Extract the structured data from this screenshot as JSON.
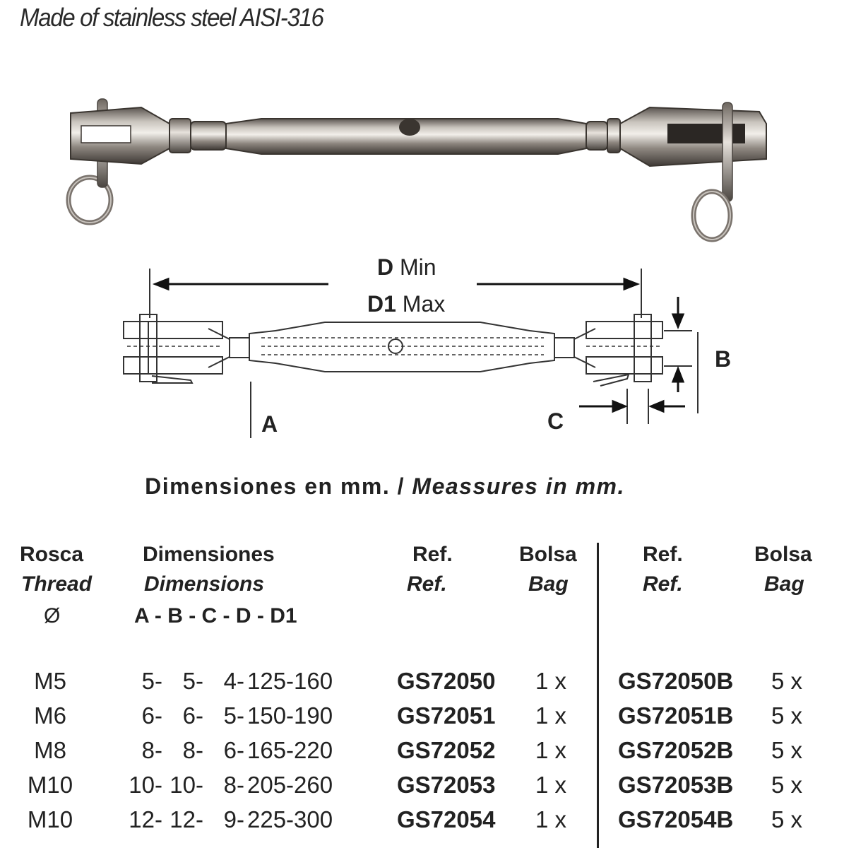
{
  "title": "Made of stainless steel AISI-316",
  "drawing": {
    "d_min": {
      "letter": "D",
      "text": "Min"
    },
    "d1_max": {
      "letter": "D1",
      "text": "Max"
    },
    "label_a": "A",
    "label_b": "B",
    "label_c": "C"
  },
  "measures": {
    "es": "Dimensiones en mm. /",
    "en": "Meassures in mm."
  },
  "headers": {
    "thread": {
      "es": "Rosca",
      "en": "Thread",
      "symbol": "Ø"
    },
    "dimensions": {
      "es": "Dimensiones",
      "en": "Dimensions",
      "letters": "A - B - C - D - D1"
    },
    "ref1": {
      "es": "Ref.",
      "en": "Ref."
    },
    "bag1": {
      "es": "Bolsa",
      "en": "Bag"
    },
    "ref2": {
      "es": "Ref.",
      "en": "Ref."
    },
    "bag2": {
      "es": "Bolsa",
      "en": "Bag"
    }
  },
  "rows": [
    {
      "thread": "M5",
      "dims": [
        "5-",
        "5-",
        "4-",
        "125-160"
      ],
      "ref": "GS72050",
      "bag": "1 x",
      "ref_b": "GS72050B",
      "bag_b": "5 x"
    },
    {
      "thread": "M6",
      "dims": [
        "6-",
        "6-",
        "5-",
        "150-190"
      ],
      "ref": "GS72051",
      "bag": "1 x",
      "ref_b": "GS72051B",
      "bag_b": "5 x"
    },
    {
      "thread": "M8",
      "dims": [
        "8-",
        "8-",
        "6-",
        "165-220"
      ],
      "ref": "GS72052",
      "bag": "1 x",
      "ref_b": "GS72052B",
      "bag_b": "5 x"
    },
    {
      "thread": "M10",
      "dims": [
        "10-",
        "10-",
        "8-",
        "205-260"
      ],
      "ref": "GS72053",
      "bag": "1 x",
      "ref_b": "GS72053B",
      "bag_b": "5 x"
    },
    {
      "thread": "M10",
      "dims": [
        "12-",
        "12-",
        "9-",
        "225-300"
      ],
      "ref": "GS72054",
      "bag": "1 x",
      "ref_b": "GS72054B",
      "bag_b": "5 x"
    }
  ]
}
